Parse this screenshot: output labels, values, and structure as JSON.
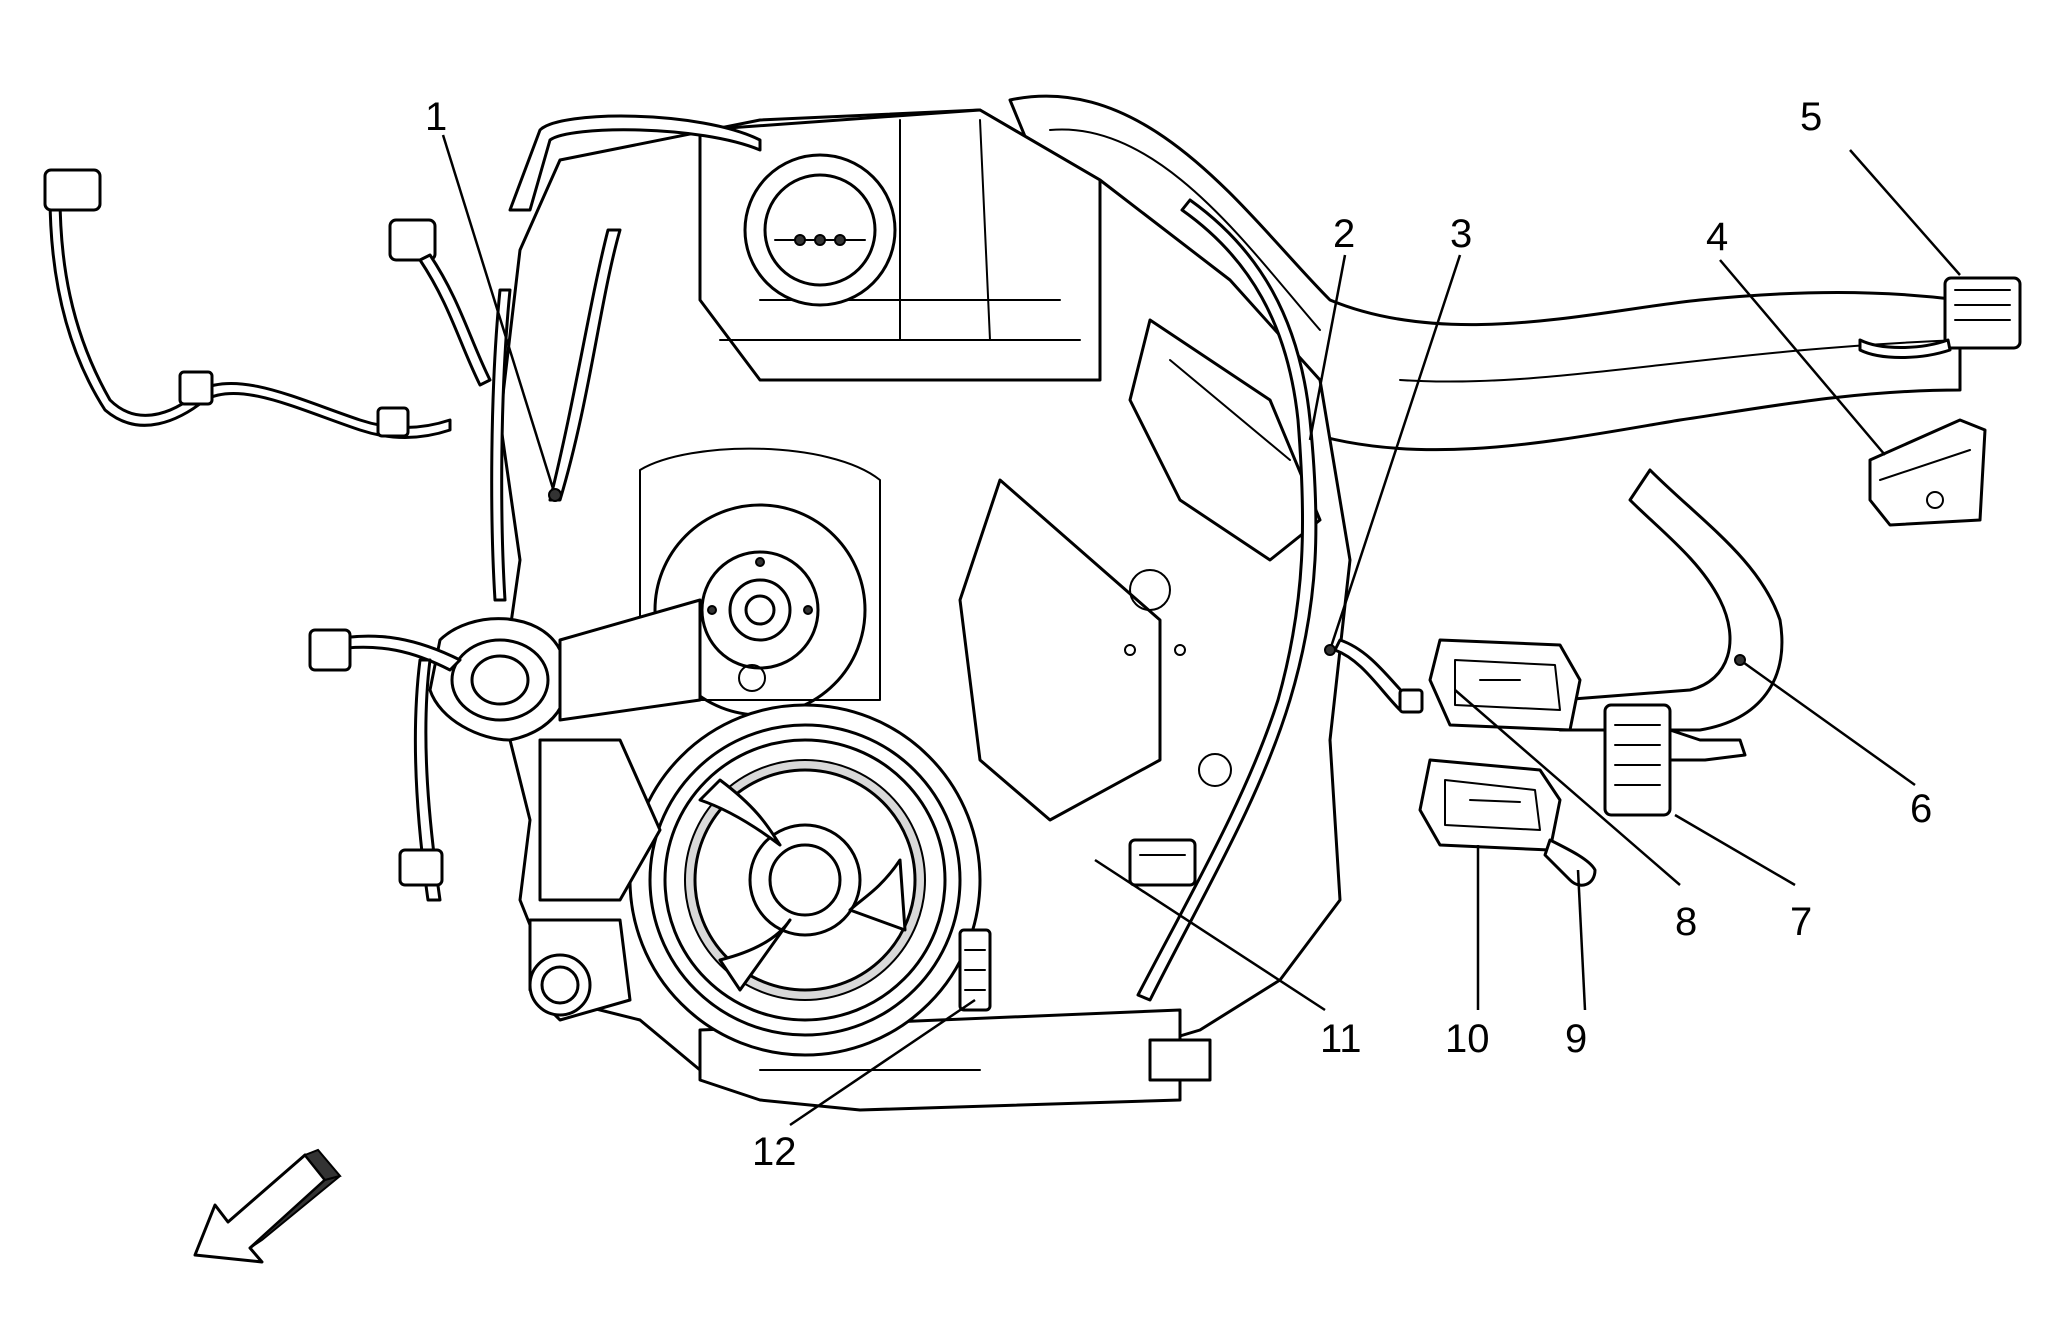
{
  "callouts": [
    {
      "id": "1",
      "label": "1"
    },
    {
      "id": "2",
      "label": "2"
    },
    {
      "id": "3",
      "label": "3"
    },
    {
      "id": "4",
      "label": "4"
    },
    {
      "id": "5",
      "label": "5"
    },
    {
      "id": "6",
      "label": "6"
    },
    {
      "id": "7",
      "label": "7"
    },
    {
      "id": "8",
      "label": "8"
    },
    {
      "id": "9",
      "label": "9"
    },
    {
      "id": "10",
      "label": "10"
    },
    {
      "id": "11",
      "label": "11"
    },
    {
      "id": "12",
      "label": "12"
    }
  ],
  "direction_arrow": {
    "icon": "front-direction-arrow-icon"
  }
}
